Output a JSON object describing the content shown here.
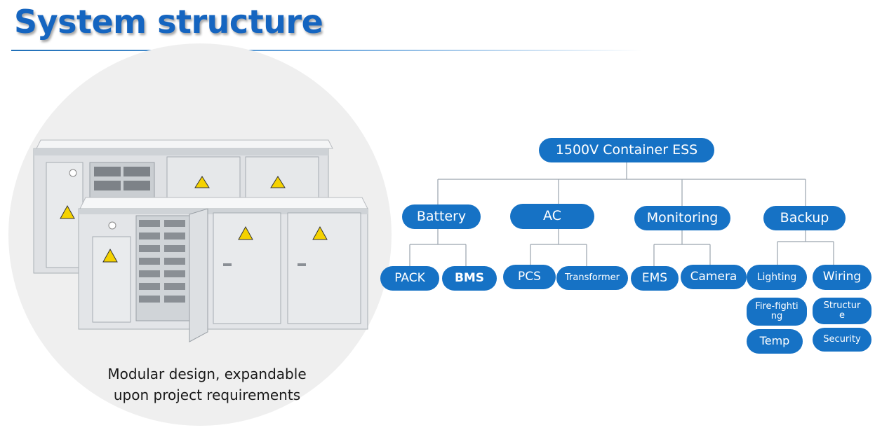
{
  "title": "System structure",
  "caption": {
    "line1": "Modular design, expandable",
    "line2": "upon project requirements"
  },
  "colors": {
    "title": "#1565c0",
    "node_fill": "#1672c5",
    "node_text": "#ffffff",
    "connector": "#9aa3ad",
    "circle_bg": "#efefef"
  },
  "diagram": {
    "root": "1500V Container ESS",
    "branches": {
      "battery": {
        "label": "Battery",
        "children": [
          "PACK",
          "BMS"
        ]
      },
      "ac": {
        "label": "AC",
        "children": [
          "PCS",
          "Transformer"
        ]
      },
      "monitoring": {
        "label": "Monitoring",
        "children": [
          "EMS",
          "Camera"
        ]
      },
      "backup": {
        "label": "Backup",
        "children": [
          "Lighting",
          "Wiring"
        ],
        "lighting_sub": [
          "Fire-fighting",
          "Temp"
        ],
        "wiring_sub": [
          "Structure",
          "Security"
        ]
      }
    }
  }
}
